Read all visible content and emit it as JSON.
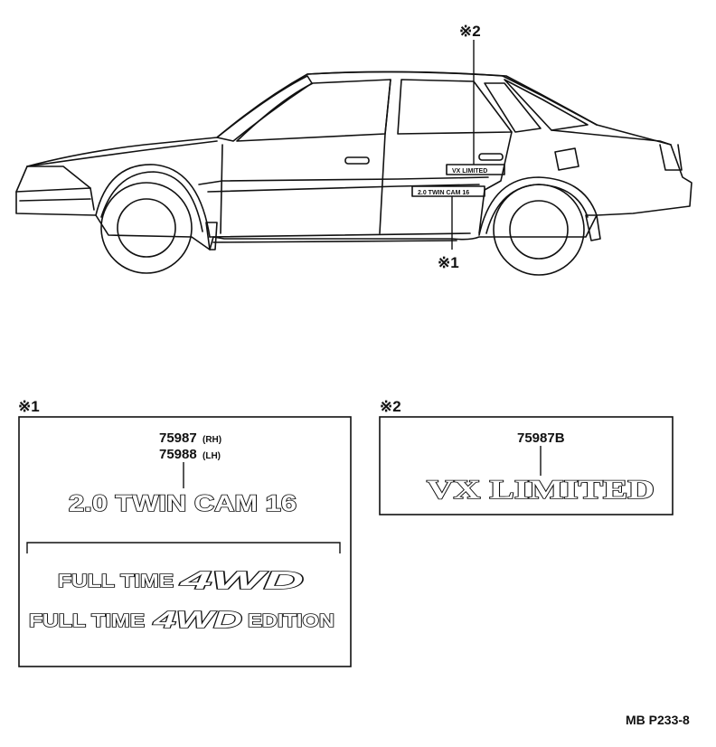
{
  "callouts": {
    "top_2": "※2",
    "car_1": "※1",
    "box1_label": "※1",
    "box2_label": "※2"
  },
  "car_badges": {
    "vx": "VX LIMITED",
    "twincam": "2.0 TWIN CAM 16"
  },
  "box1": {
    "part_rh_number": "75987",
    "part_rh_side": "(RH)",
    "part_lh_number": "75988",
    "part_lh_side": "(LH)",
    "badge_main": "2.0 TWIN CAM 16",
    "variant_a_text": "FULL TIME",
    "variant_a_logo": "4WD",
    "variant_b_text": "FULL TIME",
    "variant_b_logo": "4WD",
    "variant_b_suffix": "EDITION"
  },
  "box2": {
    "part_number": "75987B",
    "badge": "VX LIMITED"
  },
  "reference_code": "MB P233-8"
}
